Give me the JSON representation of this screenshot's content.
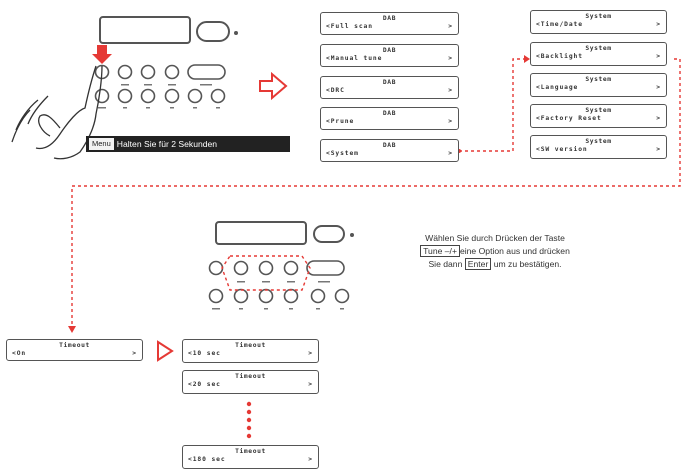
{
  "colors": {
    "dashed_connector": "#e53935",
    "menu_bar_bg": "#222222",
    "arrow_outline": "#e53935"
  },
  "menu_bar": {
    "key": "Menu",
    "text": "Halten Sie für 2 Sekunden"
  },
  "dab_menu": [
    {
      "title": "DAB",
      "value": "<Full scan",
      "arrow": ">"
    },
    {
      "title": "DAB",
      "value": "<Manual tune",
      "arrow": ">"
    },
    {
      "title": "DAB",
      "value": "<DRC",
      "arrow": ">"
    },
    {
      "title": "DAB",
      "value": "<Prune",
      "arrow": ">"
    },
    {
      "title": "DAB",
      "value": "<System",
      "arrow": ">"
    }
  ],
  "system_menu": [
    {
      "title": "System",
      "value": "<Time/Date",
      "arrow": ">"
    },
    {
      "title": "System",
      "value": "<Backlight",
      "arrow": ">"
    },
    {
      "title": "System",
      "value": "<Language",
      "arrow": ">"
    },
    {
      "title": "System",
      "value": "<Factory Reset",
      "arrow": ">"
    },
    {
      "title": "System",
      "value": "<SW version",
      "arrow": ">"
    }
  ],
  "timeout_current": {
    "title": "Timeout",
    "value": "<On",
    "arrow": ">"
  },
  "timeout_options": [
    {
      "title": "Timeout",
      "value": "<10 sec",
      "arrow": ">"
    },
    {
      "title": "Timeout",
      "value": "<20 sec",
      "arrow": ">"
    },
    {
      "title": "Timeout",
      "value": "<180 sec",
      "arrow": ">"
    }
  ],
  "instruction": {
    "line1": "Wählen Sie durch Drücken der Taste",
    "tune_key": "Tune –/+",
    "line2_after": "eine Option aus und drücken",
    "line3_before": "Sie dann",
    "enter_key": "Enter",
    "line3_after": "um zu bestätigen."
  }
}
